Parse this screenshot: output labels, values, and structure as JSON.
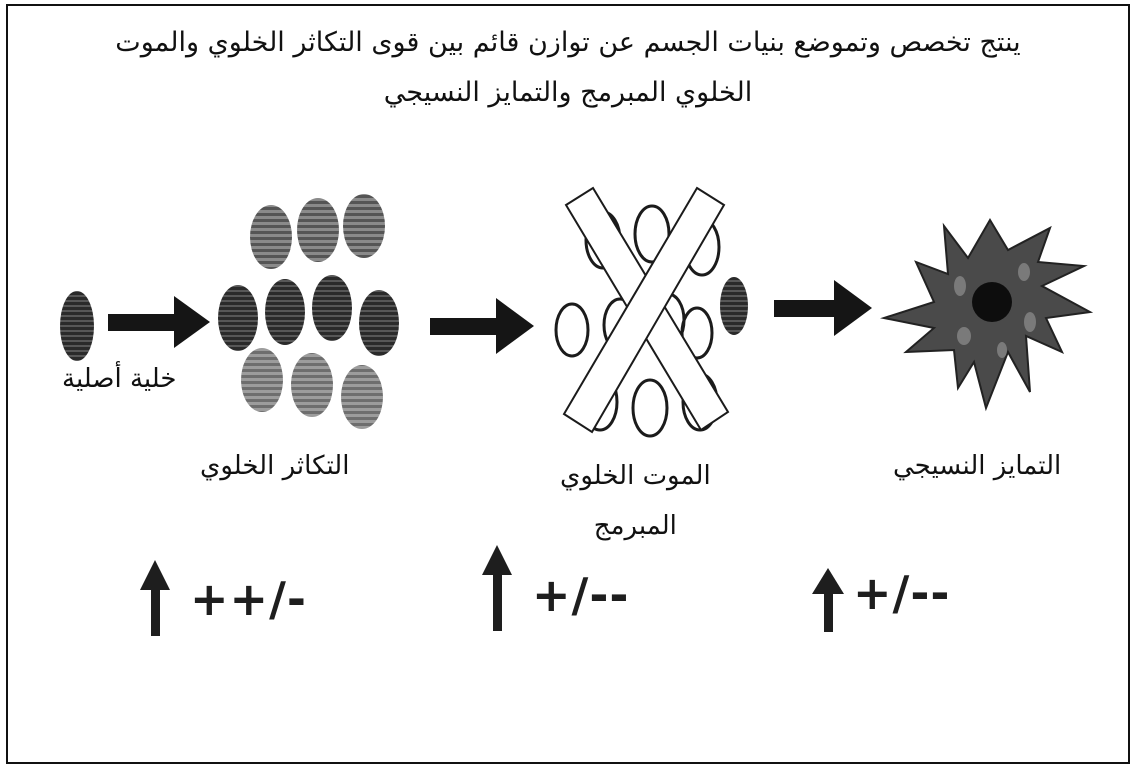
{
  "title_line1": "ينتج تخصص وتموضع بنيات الجسم عن توازن قائم بين قوى التكاثر الخلوي والموت",
  "title_line2": "الخلوي المبرمج والتمايز النسيجي",
  "labels": {
    "stem_cell": "خلية أصلية",
    "proliferation": "التكاثر الخلوي",
    "apoptosis_line1": "الموت الخلوي",
    "apoptosis_line2": "المبرمج",
    "differentiation": "التمايز النسيجي"
  },
  "symbols": {
    "proliferation": "++/-",
    "apoptosis": "+/--",
    "differentiation": "+/--"
  }
}
